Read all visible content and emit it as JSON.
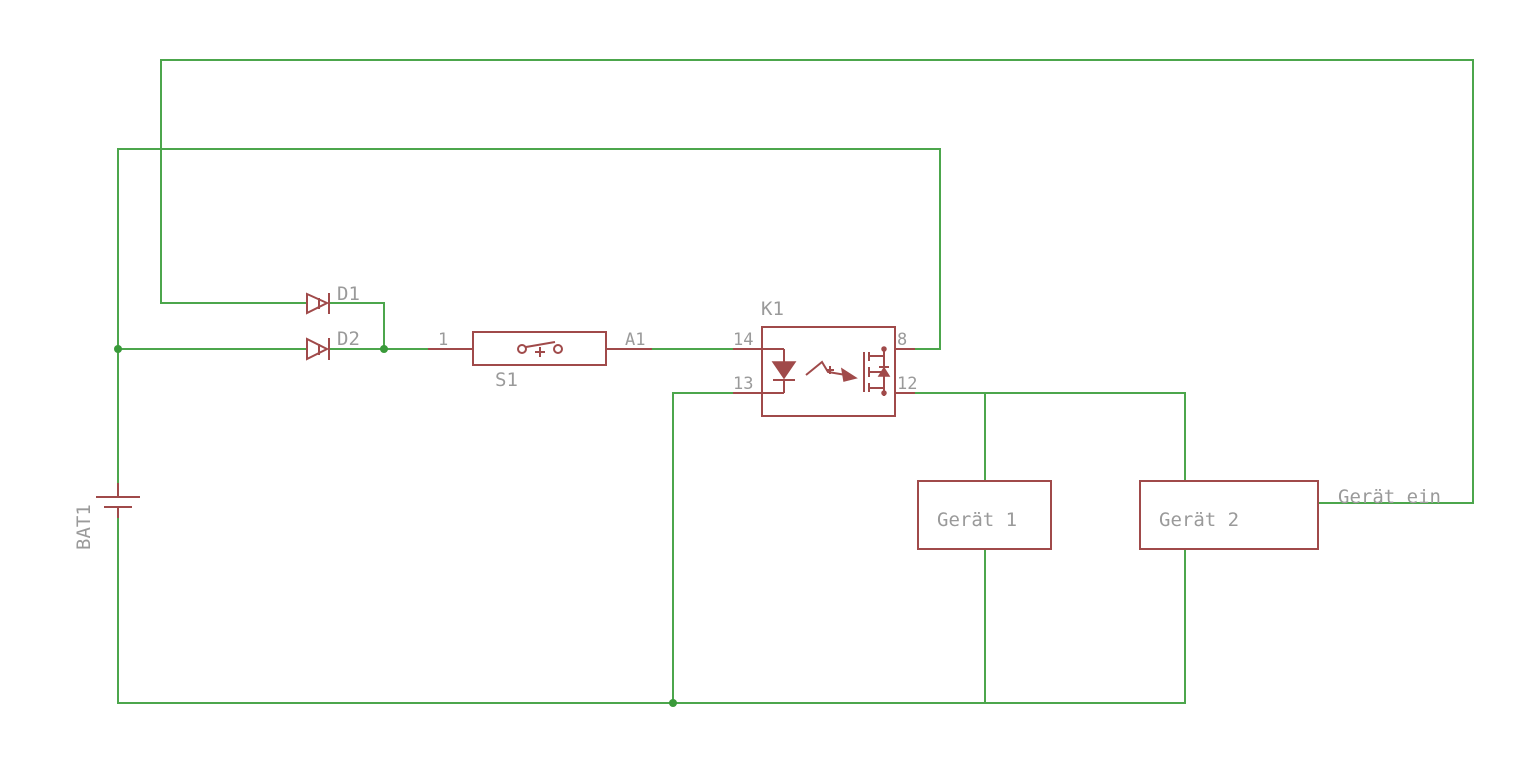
{
  "components": {
    "battery": {
      "name": "BAT1"
    },
    "diode1": {
      "name": "D1"
    },
    "diode2": {
      "name": "D2"
    },
    "switch": {
      "name": "S1",
      "pin_left": "1",
      "pin_right": "A1"
    },
    "relay": {
      "name": "K1",
      "pin_top_left": "14",
      "pin_bottom_left": "13",
      "pin_top_right": "8",
      "pin_bottom_right": "12"
    },
    "device1": {
      "name": "Gerät 1"
    },
    "device2": {
      "name": "Gerät 2"
    },
    "net_label": {
      "name": "Gerät ein"
    }
  },
  "colors": {
    "wire": "#4ca64c",
    "part": "#a04a4a",
    "text": "#9a9a9a",
    "junction": "#3a9a3a"
  }
}
